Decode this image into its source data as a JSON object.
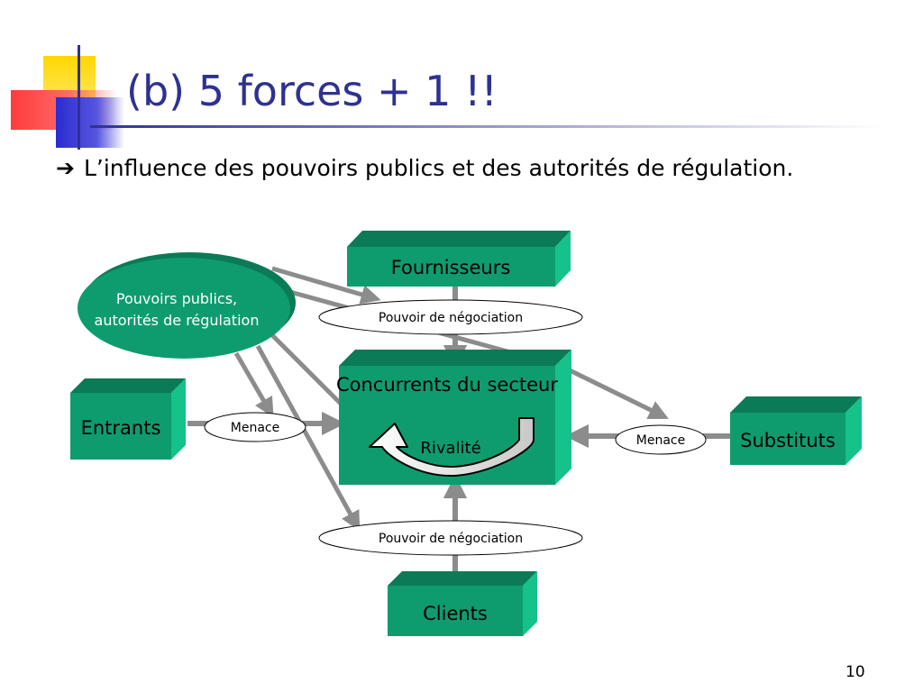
{
  "slide": {
    "title": "(b) 5 forces + 1 !!",
    "bullet_arrow": "➔",
    "bullet_text": "L’influence des pouvoirs publics et des autorités de régulation.",
    "page_number": "10"
  },
  "diagram": {
    "government": {
      "line1": "Pouvoirs publics,",
      "line2": "autorités de régulation"
    },
    "suppliers": "Fournisseurs",
    "competitors": "Concurrents du secteur",
    "rivalry": "Rivalité",
    "entrants": "Entrants",
    "substitutes": "Substituts",
    "clients": "Clients",
    "bargaining_top": "Pouvoir de négociation",
    "bargaining_bottom": "Pouvoir de négociation",
    "threat_left": "Menace",
    "threat_right": "Menace"
  },
  "colors": {
    "title": "#2e3192",
    "box_front": "#0e9c6e",
    "box_top": "#0b7a56",
    "box_side": "#14c28a",
    "ellipse_fill": "#0e9c6e",
    "arrow": "#8c8c8c",
    "deco_yellow": "#ffd700",
    "deco_red": "#ff3b3b",
    "deco_blue": "#2b2bd0"
  }
}
